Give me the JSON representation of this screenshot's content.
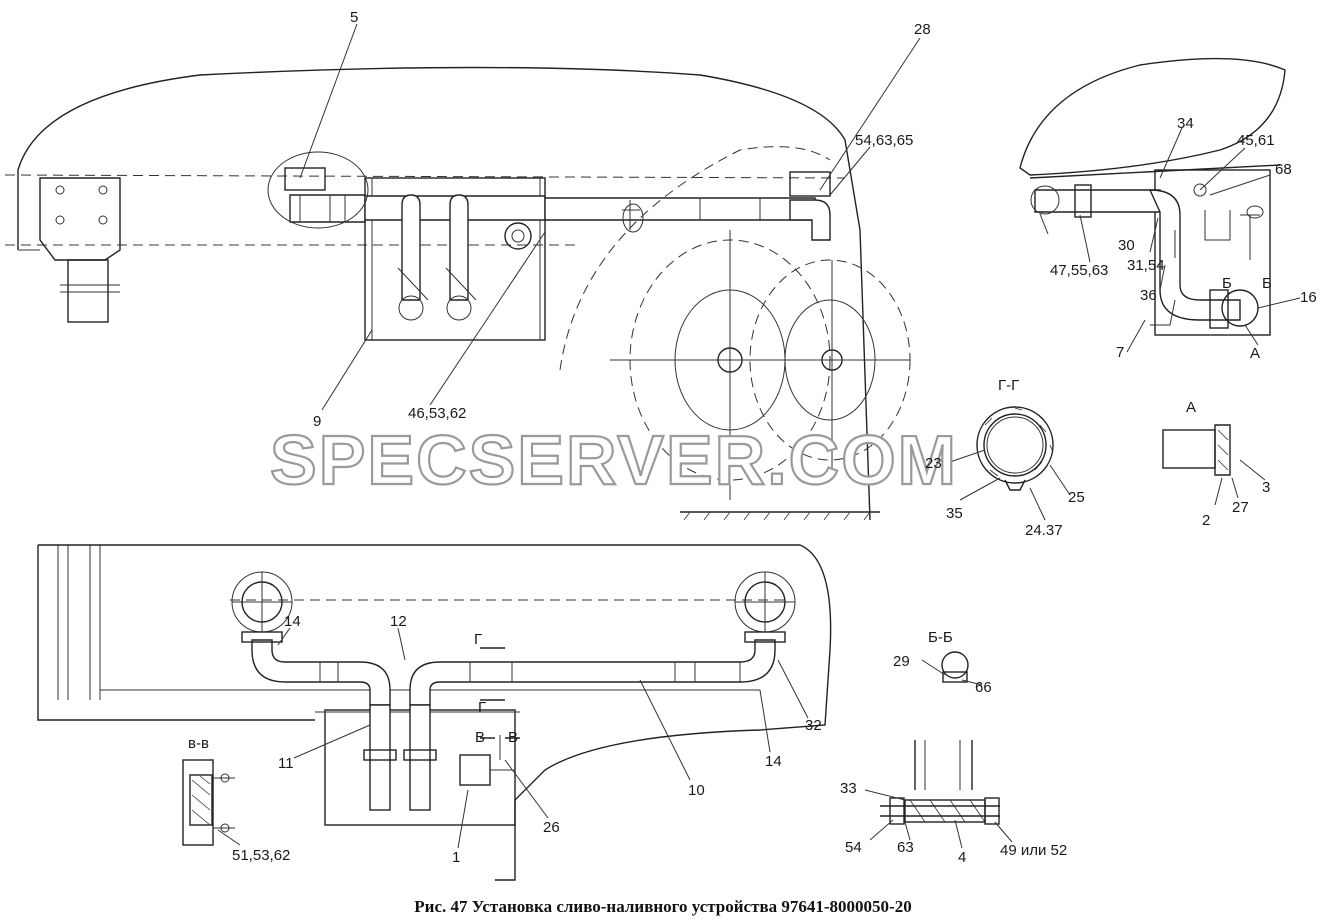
{
  "caption": "Рис. 47 Установка сливо-наливного устройства 97641-8000050-20",
  "watermark": "SPECSERVER.COM",
  "labels": {
    "l5": "5",
    "l28": "28",
    "l54_63_65": "54,63,65",
    "l9": "9",
    "l46_53_62": "46,53,62",
    "l34": "34",
    "l45_61": "45,61",
    "l68": "68",
    "l30": "30",
    "l31_54": "31,54",
    "l47_55_63": "47,55,63",
    "l36": "36",
    "l7": "7",
    "lB1": "Б",
    "lB2": "Б",
    "l16": "16",
    "lA": "А",
    "lGG": "Г-Г",
    "l23": "23",
    "l25": "25",
    "l35": "35",
    "l24_37": "24.37",
    "lAview": "А",
    "l3": "3",
    "l2": "2",
    "l27": "27",
    "l14a": "14",
    "l12": "12",
    "lG1": "Г",
    "lG2": "Г",
    "l11": "11",
    "lV1": "В",
    "lV2": "В",
    "l10": "10",
    "l14b": "14",
    "l32": "32",
    "l26": "26",
    "l1": "1",
    "lVV": "в-в",
    "l51_53_62": "51,53,62",
    "lBB": "Б-Б",
    "l29": "29",
    "l66": "66",
    "l33": "33",
    "l54": "54",
    "l63": "63",
    "l4": "4",
    "l49_52": "49 или 52"
  }
}
